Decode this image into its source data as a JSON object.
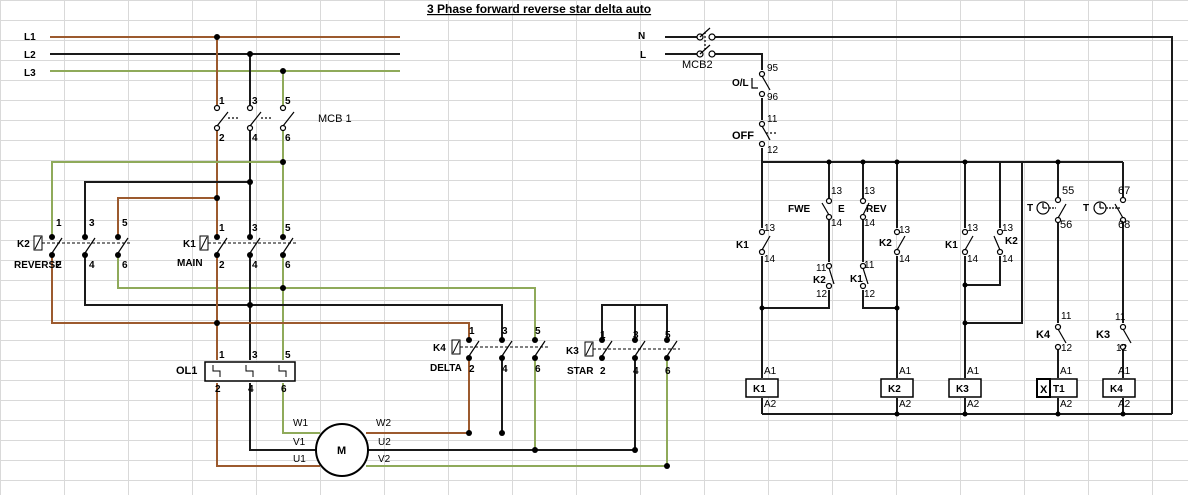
{
  "title": "3 Phase forward reverse star delta auto",
  "colors": {
    "brown": "#9c5a2e",
    "black": "#1a1a1a",
    "green": "#8faa5a"
  },
  "lines": {
    "l1": "L1",
    "l2": "L2",
    "l3": "L3",
    "n": "N",
    "l": "L"
  },
  "breakers": {
    "mcb1": "MCB 1",
    "mcb2": "MCB2"
  },
  "contactors": {
    "k2": "K2",
    "k1": "K1",
    "k4": "K4",
    "k3": "K3",
    "reverse": "REVERSE",
    "main": "MAIN",
    "delta": "DELTA",
    "star": "STAR"
  },
  "overload": "OL1",
  "terminals": {
    "t1": "1",
    "t2": "2",
    "t3": "3",
    "t4": "4",
    "t5": "5",
    "t6": "6"
  },
  "motor": {
    "label": "M",
    "w1": "W1",
    "v1": "V1",
    "u1": "U1",
    "w2": "W2",
    "u2": "U2",
    "v2": "V2"
  },
  "control": {
    "ol": "O/L",
    "off": "OFF",
    "fwe": "FWE",
    "e": "E",
    "rev": "REV",
    "t": "T",
    "n95": "95",
    "n96": "96",
    "n11": "11",
    "n12": "12",
    "n13": "13",
    "n14": "14",
    "n55": "55",
    "n56": "56",
    "n67": "67",
    "n68": "68",
    "a1": "A1",
    "a2": "A2",
    "x": "X",
    "t1": "T1"
  }
}
